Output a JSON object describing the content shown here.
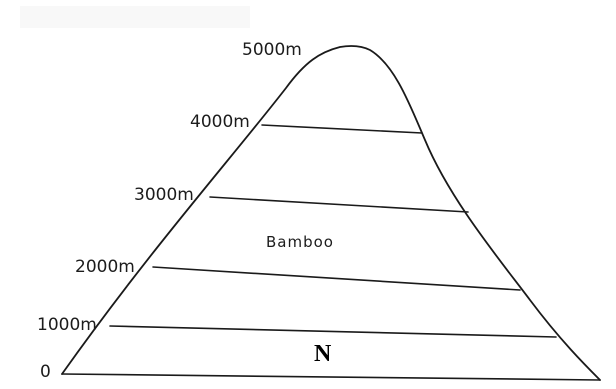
{
  "diagram": {
    "altitude_labels": [
      "5000m",
      "4000m",
      "3000m",
      "2000m",
      "1000m",
      "0"
    ],
    "zone_labels": {
      "bamboo": "Bamboo",
      "n": "N"
    },
    "colors": {
      "ink": "#1a1a1a",
      "paper": "#ffffff"
    }
  }
}
